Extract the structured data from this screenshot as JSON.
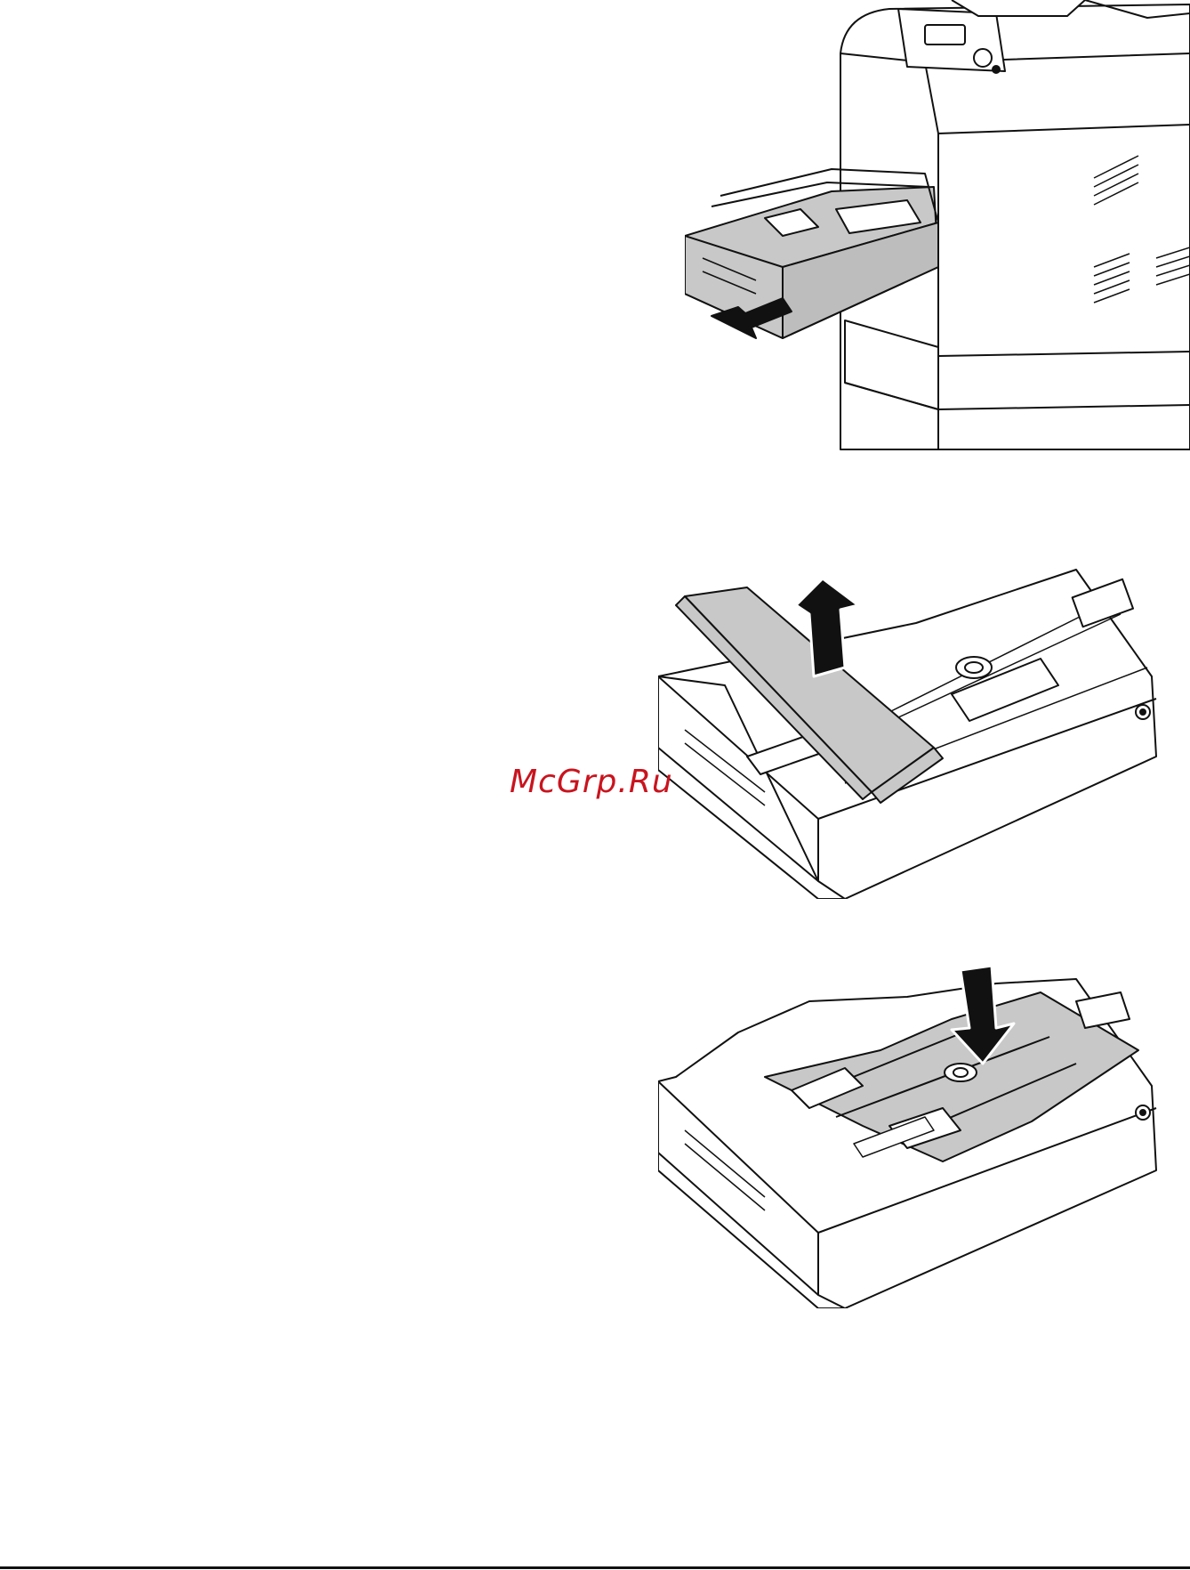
{
  "watermark": {
    "text": "McGrp.Ru",
    "color": "#c9141e"
  },
  "illustrations": [
    {
      "name": "pull-out-tray",
      "arrow": "left-arrow-icon"
    },
    {
      "name": "lift-tray-cover",
      "arrow": "up-arrow-icon"
    },
    {
      "name": "press-down-plate",
      "arrow": "down-arrow-icon"
    }
  ],
  "colors": {
    "line": "#111111",
    "shade": "#c8c8c8",
    "paper": "#ffffff"
  }
}
